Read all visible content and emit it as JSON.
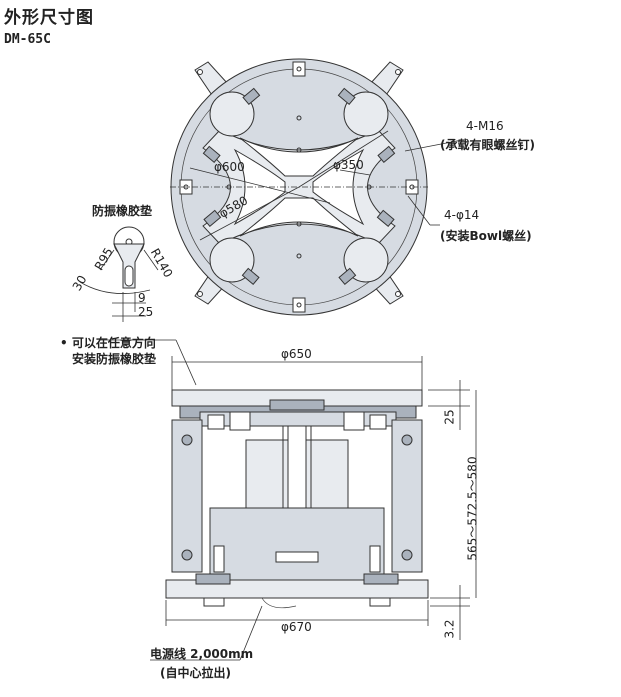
{
  "title": "外形尺寸图",
  "model": "DM-65C",
  "labels": {
    "phi600": "φ600",
    "phi580": "φ580",
    "phi350": "φ350",
    "m16": "4-M16",
    "m16_note": "(承载有眼螺丝钉)",
    "phi14": "4-φ14",
    "phi14_note": "(安装Bowl螺丝)",
    "pad_title": "防振橡胶垫",
    "r95": "R95",
    "r140": "R140",
    "d30": "30",
    "d9": "9",
    "d25a": "25",
    "note_line1": "• 可以在任意方向",
    "note_line2": "安装防振橡胶垫",
    "phi650": "φ650",
    "d25b": "25",
    "height_range": "565～572.5～580",
    "phi670": "φ670",
    "d32": "3.2",
    "cable_line1": "电源线 2,000mm",
    "cable_line2": "(自中心拉出)"
  }
}
